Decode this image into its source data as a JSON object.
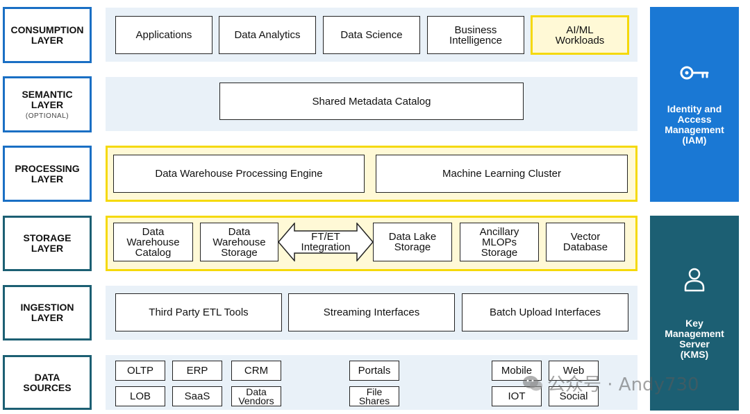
{
  "layers": [
    {
      "name": "CONSUMPTION\nLAYER"
    },
    {
      "name": "SEMANTIC\nLAYER",
      "sub": "(OPTIONAL)"
    },
    {
      "name": "PROCESSING\nLAYER"
    },
    {
      "name": "STORAGE\nLAYER"
    },
    {
      "name": "INGESTION\nLAYER"
    },
    {
      "name": "DATA\nSOURCES"
    }
  ],
  "consumption": [
    "Applications",
    "Data Analytics",
    "Data Science",
    "Business\nIntelligence",
    "AI/ML\nWorkloads"
  ],
  "semantic": [
    "Shared Metadata Catalog"
  ],
  "processing": [
    "Data Warehouse Processing Engine",
    "Machine Learning Cluster"
  ],
  "storage": [
    "Data\nWarehouse\nCatalog",
    "Data\nWarehouse\nStorage",
    "FT/ET\nIntegration",
    "Data Lake\nStorage",
    "Ancillary\nMLOPs\nStorage",
    "Vector\nDatabase"
  ],
  "ingestion": [
    "Third Party ETL Tools",
    "Streaming Interfaces",
    "Batch Upload Interfaces"
  ],
  "sources": [
    "OLTP",
    "ERP",
    "CRM",
    "LOB",
    "SaaS",
    "Data\nVendors",
    "Portals",
    "File\nShares",
    "Mobile",
    "Web",
    "IOT",
    "Social"
  ],
  "side": {
    "iam": "Identity and\nAccess\nManagement\n(IAM)",
    "kms": "Key\nManagement\nServer\n(KMS)"
  },
  "icons": {
    "iam": "key-icon",
    "kms": "user-icon",
    "watermark": "wechat-icon"
  },
  "colors": {
    "blue": "#1a78d4",
    "teal": "#1c5f73",
    "highlight": "#f5d90a",
    "band": "#e9f1f8"
  },
  "watermark": "公众号 · Andy730"
}
